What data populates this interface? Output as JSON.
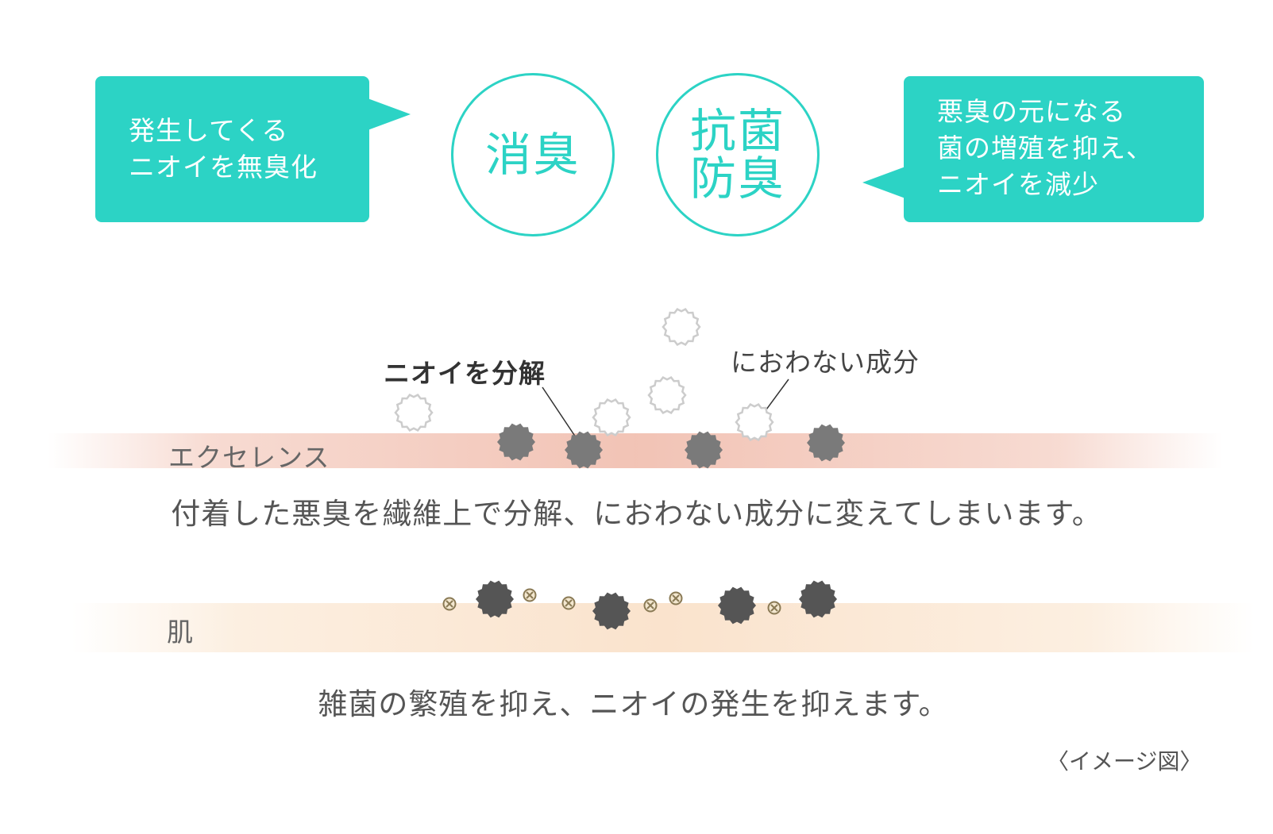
{
  "callout_left": {
    "line1": "発生してくる",
    "line2": "ニオイを無臭化"
  },
  "callout_right": {
    "line1": "悪臭の元になる",
    "line2": "菌の増殖を抑え、",
    "line3": "ニオイを減少"
  },
  "badge_deodorize": {
    "line1": "消臭"
  },
  "badge_antibacterial": {
    "line1": "抗菌",
    "line2": "防臭"
  },
  "annotations": {
    "decompose": "ニオイを分解",
    "non_odor": "におわない成分"
  },
  "fiber_layer": {
    "label": "エクセレンス",
    "caption": "付着した悪臭を繊維上で分解、におわない成分に変えてしまいます。"
  },
  "skin_layer": {
    "label": "肌",
    "caption": "雑菌の繁殖を抑え、ニオイの発生を抑えます。"
  },
  "note": "〈イメージ図〉",
  "colors": {
    "accent": "#2cd3c5",
    "odor_particle": "#7a7a7a",
    "bacteria": "#555555",
    "inhibitor": "#8a7a55"
  }
}
